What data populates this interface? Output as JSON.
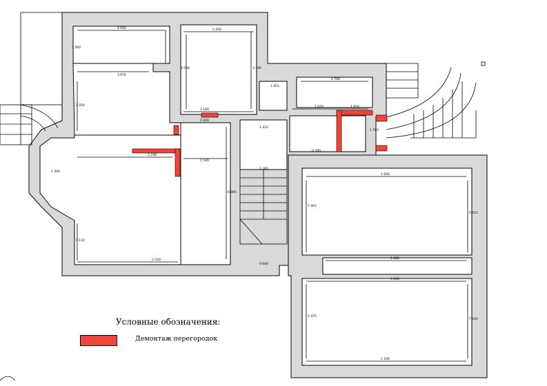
{
  "legend": {
    "title": "Условные обозначения:",
    "item_label": "Демонтаж перегородок",
    "item_color": "#f04438"
  },
  "dimensions": [
    "4 650",
    "3 970",
    "5 250",
    "3 180",
    "3 520",
    "3 230",
    "1 540",
    "1 600",
    "1 190",
    "2 680",
    "3 450",
    "1 451",
    "1 760",
    "1 020",
    "1 650",
    "1 410",
    "0 828",
    "1 360",
    "6 005",
    "7 465",
    "5 015",
    "5 475",
    "7 100",
    "3 500",
    "3 300",
    "1 030",
    "1 200",
    "2 050",
    "0 640",
    "1 760",
    "1 110",
    "0 700"
  ]
}
